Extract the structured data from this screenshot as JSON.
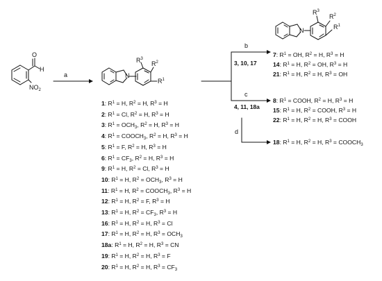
{
  "starting_material": {
    "aldehyde_O": "O",
    "aldehyde_H": "H",
    "nitro_group": "NO",
    "nitro_sub": "2"
  },
  "reagent_steps": {
    "a": "a",
    "b": "b",
    "c": "c",
    "d": "d"
  },
  "core_structure": {
    "r1": "R",
    "r1_sub": "1",
    "r2": "R",
    "r2_sub": "2",
    "r3": "R",
    "r3_sub": "3",
    "n1": "N",
    "n2": "N"
  },
  "product_structure": {
    "r1": "R",
    "r1_sub": "1",
    "r2": "R",
    "r2_sub": "2",
    "r3": "R",
    "r3_sub": "3",
    "n1": "N",
    "n2": "N"
  },
  "step_b_substrates": "3, 10, 17",
  "step_c_substrates": "4, 11, 18a",
  "intermediates": [
    {
      "num": "1",
      "r1": " = H, R",
      "r2": " = H, R",
      "r3": " = H"
    },
    {
      "num": "2",
      "r1": " = Cl, R",
      "r2": " = H, R",
      "r3": " = H"
    },
    {
      "num": "3",
      "r1": " = OCH",
      "r1sub": "3",
      "r1b": ", R",
      "r2": " = H, R",
      "r3": " = H"
    },
    {
      "num": "4",
      "r1": " = COOCH",
      "r1sub": "3",
      "r1b": ", R",
      "r2": " = H, R",
      "r3": " = H"
    },
    {
      "num": "5",
      "r1": " = F, R",
      "r2": " = H, R",
      "r3": " = H"
    },
    {
      "num": "6",
      "r1": " = CF",
      "r1sub": "3",
      "r1b": ", R",
      "r2": " = H, R",
      "r3": " = H"
    },
    {
      "num": "9",
      "r1": " = H, R",
      "r2": " = Cl, R",
      "r3": " = H"
    },
    {
      "num": "10",
      "r1": " = H, R",
      "r2": " = OCH",
      "r2sub": "3",
      "r2b": ", R",
      "r3": " = H"
    },
    {
      "num": "11",
      "r1": " = H, R",
      "r2": " = COOCH",
      "r2sub": "3",
      "r2b": ", R",
      "r3": " = H"
    },
    {
      "num": "12",
      "r1": " = H, R",
      "r2": " = F, R",
      "r3": " = H"
    },
    {
      "num": "13",
      "r1": " = H, R",
      "r2": " = CF",
      "r2sub": "3",
      "r2b": ", R",
      "r3": " = H"
    },
    {
      "num": "16",
      "r1": " = H, R",
      "r2": " = H, R",
      "r3": " = Cl"
    },
    {
      "num": "17",
      "r1": " = H, R",
      "r2": " = H, R",
      "r3": " = OCH",
      "r3sub": "3"
    },
    {
      "num": "18a",
      "r1": " = H, R",
      "r2": " = H, R",
      "r3": " = CN"
    },
    {
      "num": "19",
      "r1": " = H, R",
      "r2": " = H, R",
      "r3": " = F"
    },
    {
      "num": "20",
      "r1": " = H, R",
      "r2": " = H, R",
      "r3": " = CF",
      "r3sub": "3"
    }
  ],
  "hydroxy_products": [
    {
      "num": "7",
      "r1": " = OH, R",
      "r2": " = H, R",
      "r3": " = H"
    },
    {
      "num": "14",
      "r1": " = H, R",
      "r2": " = OH, R",
      "r3": " = H"
    },
    {
      "num": "21",
      "r1": " = H, R",
      "r2": " = H, R",
      "r3": " = OH"
    }
  ],
  "acid_products": [
    {
      "num": "8",
      "r1": " = COOH, R",
      "r2": " = H, R",
      "r3": " = H"
    },
    {
      "num": "15",
      "r1": " = H, R",
      "r2": " = COOH, R",
      "r3": " = H"
    },
    {
      "num": "22",
      "r1": " = H, R",
      "r2": " = H, R",
      "r3": " = COOH"
    }
  ],
  "ester_product": {
    "num": "18",
    "r1": " = H, R",
    "r2": " = H, R",
    "r3": " = COOCH",
    "r3sub": "3"
  }
}
